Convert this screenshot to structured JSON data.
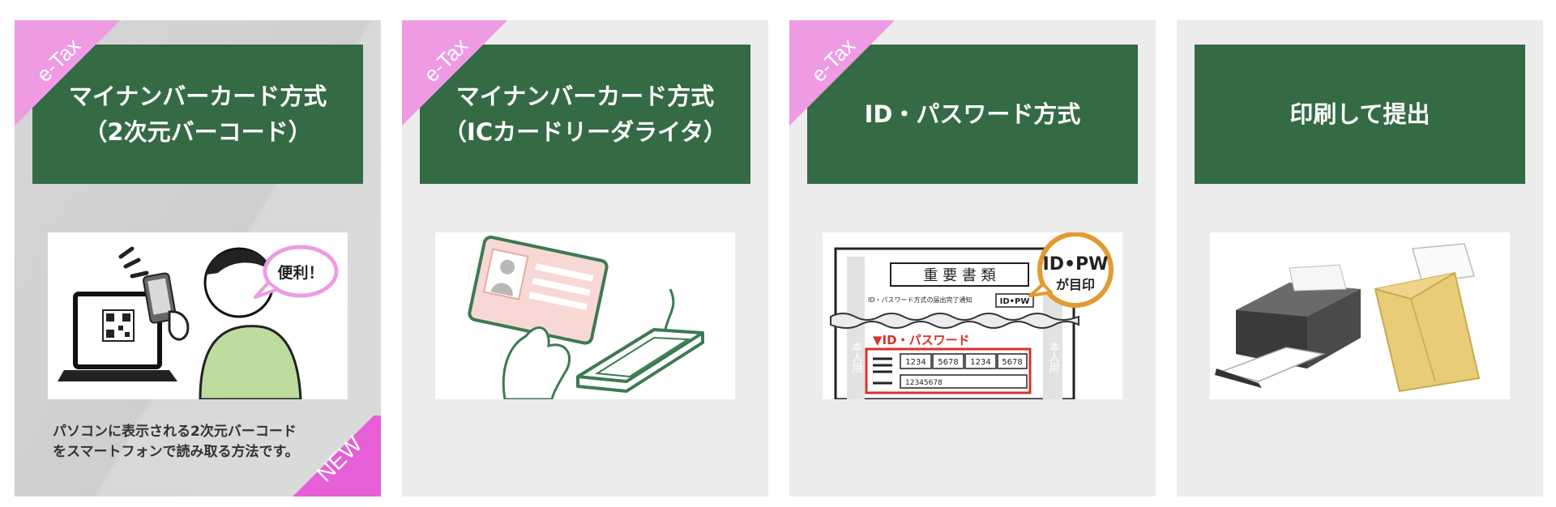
{
  "ribbon_label": "e-Tax",
  "new_label": "NEW",
  "cards": [
    {
      "title_lines": [
        "マイナンバーカード方式",
        "（2次元バーコード）"
      ],
      "illustration": {
        "speech_bubble": "便利！"
      },
      "description_lines": [
        "パソコンに表示される2次元バーコード",
        "をスマートフォンで読み取る方法です。"
      ]
    },
    {
      "title_lines": [
        "マイナンバーカード方式",
        "（ICカードリーダライタ）"
      ]
    },
    {
      "title_lines": [
        "ID・パスワード方式"
      ],
      "illustration": {
        "doc_heading": "重 要 書 類",
        "doc_subtitle": "ID・パスワード方式の届出完了通知",
        "doc_tag": "ID•PW",
        "stamp_line1": "ID•PW",
        "stamp_line2": "が目印",
        "side_label": "本人用",
        "section_label": "▼ID・パスワード",
        "cells": [
          "1234",
          "5678",
          "1234",
          "5678"
        ],
        "id_number": "12345678"
      }
    },
    {
      "title_lines": [
        "印刷して提出"
      ]
    }
  ],
  "colors": {
    "header_green": "#346a44",
    "ribbon_pink": "#ee9be4",
    "new_pink": "#e75fd6",
    "card_gray": "#ececec"
  }
}
